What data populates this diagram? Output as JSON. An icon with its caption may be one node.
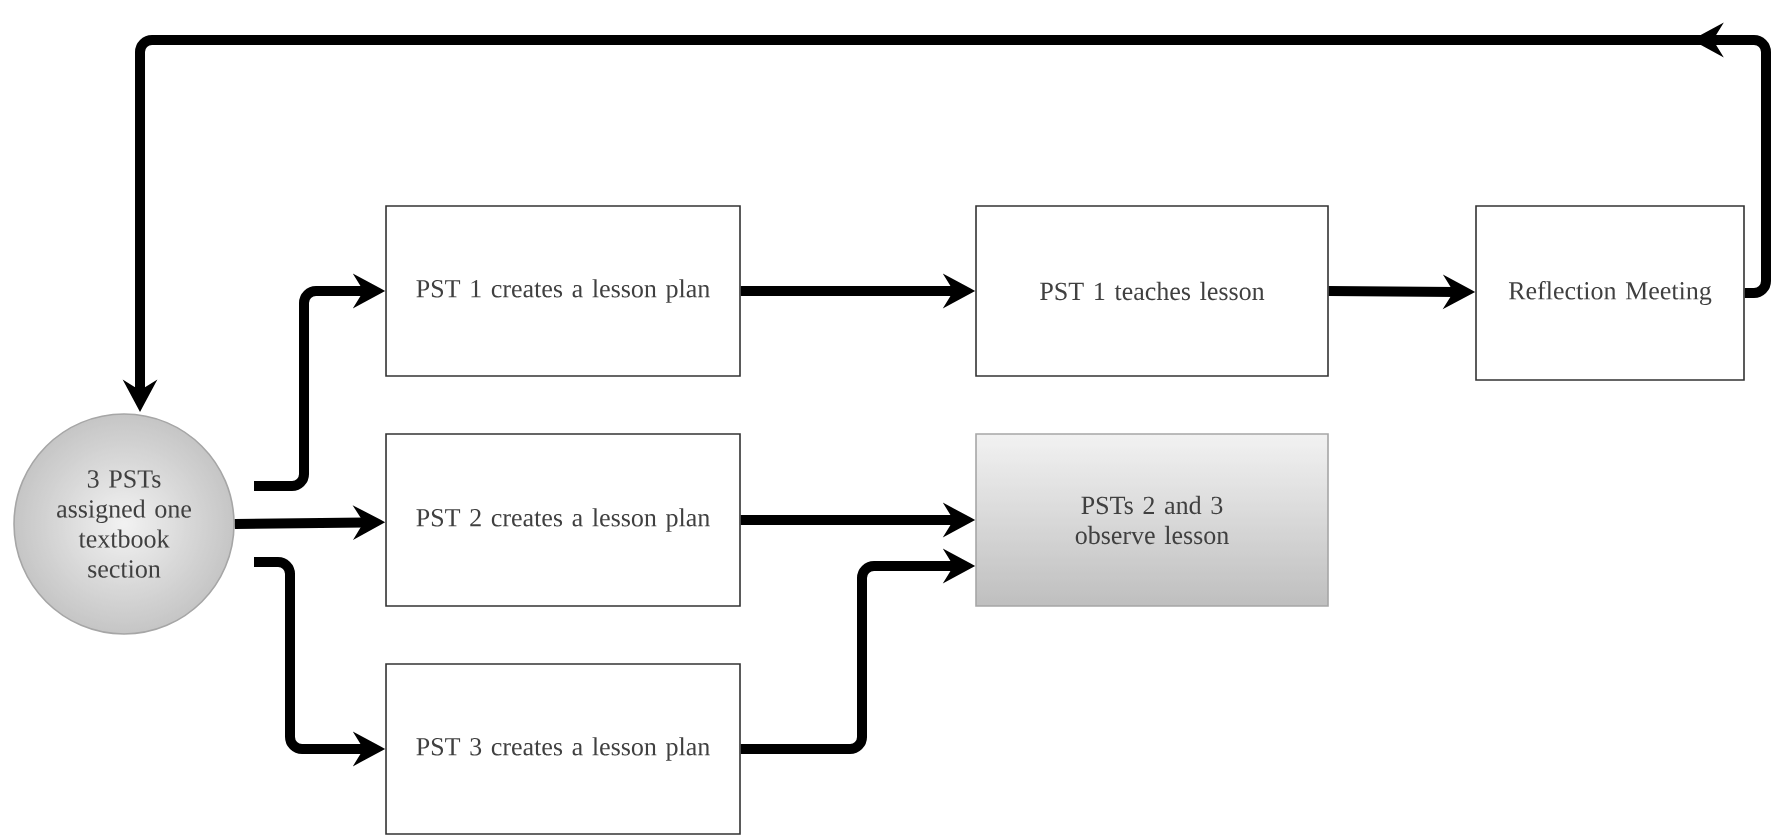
{
  "diagram": {
    "nodes": [
      {
        "text": [
          "3 PSTs assigned one textbook section"
        ]
      },
      {
        "text": [
          "PST 1 creates a lesson plan"
        ]
      },
      {
        "text": [
          "PST 1 teaches lesson"
        ]
      },
      {
        "text": [
          "Reflection Meeting"
        ]
      },
      {
        "text": [
          "PST 2 creates a lesson plan"
        ]
      },
      {
        "text": [
          "PSTs 2 and 3 observe lesson"
        ]
      },
      {
        "text": [
          "PST 3 creates a lesson plan"
        ]
      }
    ],
    "edges": [
      {
        "from": 0,
        "to": 1,
        "arrow": "to"
      },
      {
        "from": 0,
        "to": 4,
        "arrow": "to"
      },
      {
        "from": 0,
        "to": 6,
        "arrow": "to"
      },
      {
        "from": 1,
        "to": 2,
        "arrow": "to"
      },
      {
        "from": 2,
        "to": 3,
        "arrow": "to"
      },
      {
        "from": 3,
        "to": 0,
        "arrow": "to"
      },
      {
        "from": 4,
        "to": 5,
        "arrow": "to"
      },
      {
        "from": 6,
        "to": 5,
        "arrow": "to"
      }
    ]
  }
}
